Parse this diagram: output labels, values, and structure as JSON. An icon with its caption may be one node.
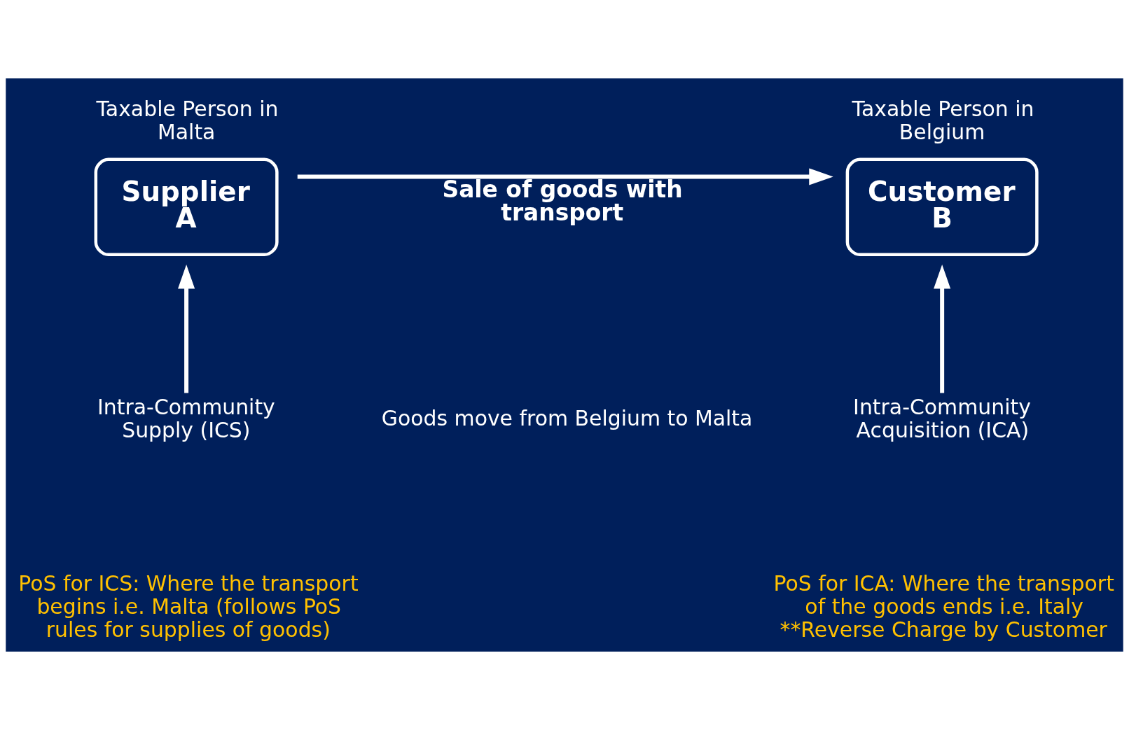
{
  "diagram": {
    "nodes": [
      {
        "text": [
          "Taxable Person in Malta",
          "Supplier A"
        ]
      },
      {
        "text": [
          "Taxable Person in Belgium",
          "Customer B"
        ]
      },
      {
        "text": [
          "Intra-Community Supply (ICS)"
        ]
      },
      {
        "text": [
          "Intra-Community Acquisition (ICA)"
        ]
      }
    ],
    "edges": [
      {
        "from": 0,
        "to": 1,
        "arrow": "to",
        "label": "Sale of goods with transport"
      },
      {
        "from": 2,
        "to": 0,
        "arrow": "to"
      },
      {
        "from": 3,
        "to": 1,
        "arrow": "to"
      }
    ],
    "labels": [
      "Goods move from Belgium to Malta",
      "PoS for ICS: Where the transport begins i.e. Malta (follows PoS rules for supplies of goods)",
      "PoS for ICA: Where the transport of the goods ends i.e. Italy **Reverse Charge by Customer"
    ]
  }
}
